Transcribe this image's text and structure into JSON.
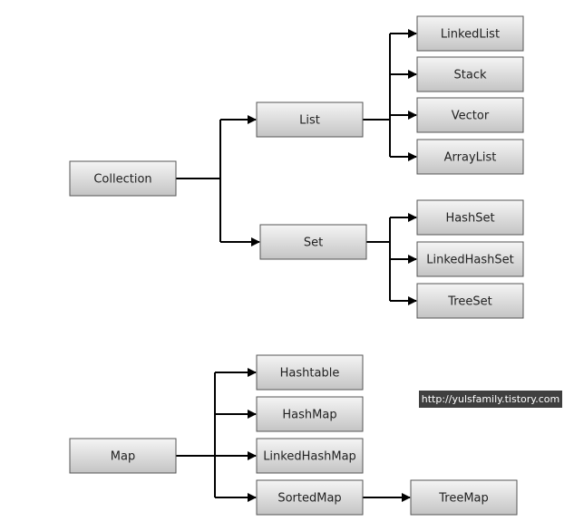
{
  "nodes": [
    {
      "id": "collection",
      "label": "Collection"
    },
    {
      "id": "list",
      "label": "List"
    },
    {
      "id": "set",
      "label": "Set"
    },
    {
      "id": "linkedlist",
      "label": "LinkedList"
    },
    {
      "id": "stack",
      "label": "Stack"
    },
    {
      "id": "vector",
      "label": "Vector"
    },
    {
      "id": "arraylist",
      "label": "ArrayList"
    },
    {
      "id": "hashset",
      "label": "HashSet"
    },
    {
      "id": "linkedhashset",
      "label": "LinkedHashSet"
    },
    {
      "id": "treeset",
      "label": "TreeSet"
    },
    {
      "id": "map",
      "label": "Map"
    },
    {
      "id": "hashtable",
      "label": "Hashtable"
    },
    {
      "id": "hashmap",
      "label": "HashMap"
    },
    {
      "id": "linkedhashmap",
      "label": "LinkedHashMap"
    },
    {
      "id": "sortedmap",
      "label": "SortedMap"
    },
    {
      "id": "treemap",
      "label": "TreeMap"
    }
  ],
  "edges": [
    {
      "from": "collection",
      "to": "list"
    },
    {
      "from": "collection",
      "to": "set"
    },
    {
      "from": "list",
      "to": "linkedlist"
    },
    {
      "from": "list",
      "to": "stack"
    },
    {
      "from": "list",
      "to": "vector"
    },
    {
      "from": "list",
      "to": "arraylist"
    },
    {
      "from": "set",
      "to": "hashset"
    },
    {
      "from": "set",
      "to": "linkedhashset"
    },
    {
      "from": "set",
      "to": "treeset"
    },
    {
      "from": "map",
      "to": "hashtable"
    },
    {
      "from": "map",
      "to": "hashmap"
    },
    {
      "from": "map",
      "to": "linkedhashmap"
    },
    {
      "from": "map",
      "to": "sortedmap"
    },
    {
      "from": "sortedmap",
      "to": "treemap"
    }
  ],
  "watermark": "http://yulsfamily.tistory.com",
  "colors": {
    "box_top": "#f5f5f5",
    "box_bottom": "#c4c4c4",
    "box_border": "#555555",
    "connector": "#000000",
    "watermark_bg": "#3f3f3f"
  }
}
